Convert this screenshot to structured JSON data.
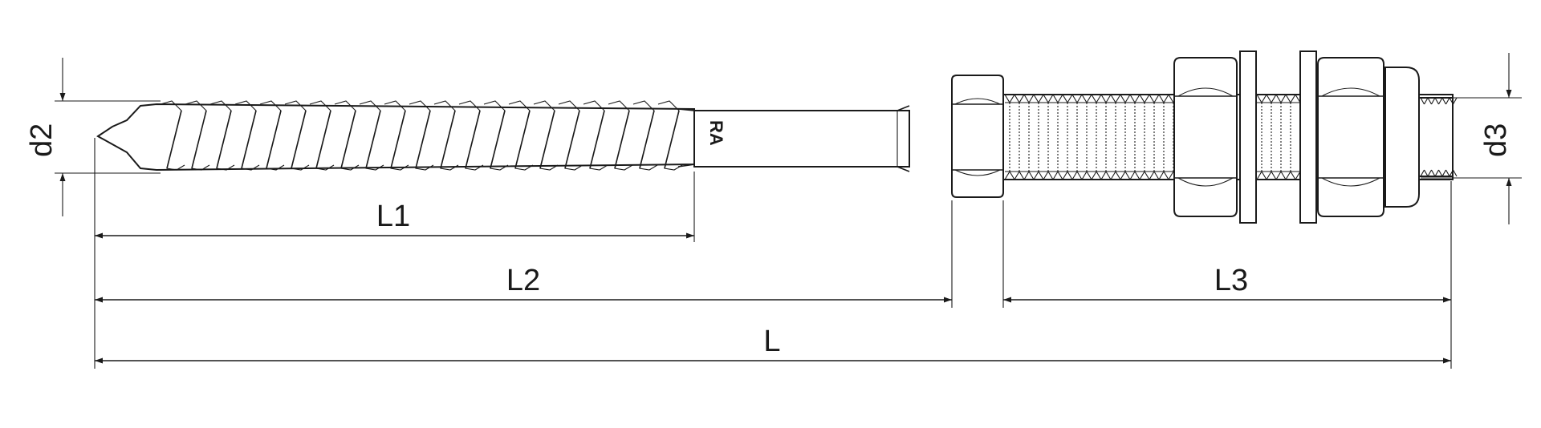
{
  "dimensions": {
    "d2": "d2",
    "d3": "d3",
    "L1": "L1",
    "L2": "L2",
    "L3": "L3",
    "L": "L"
  },
  "marking": "RA"
}
